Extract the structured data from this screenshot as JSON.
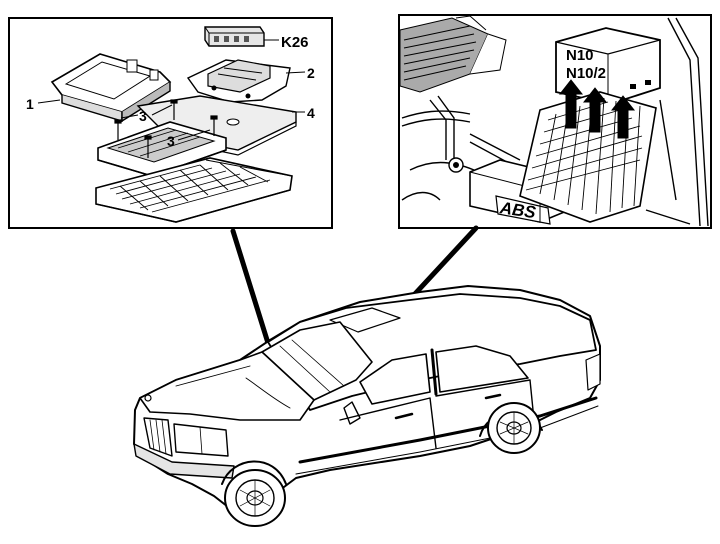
{
  "callouts": {
    "k26": "K26",
    "n1": "1",
    "n2": "2",
    "n3a": "3",
    "n3b": "3",
    "n4": "4",
    "n10": "N10",
    "n10_2": "N10/2",
    "abs": "ABS"
  },
  "colors": {
    "ink": "#000000",
    "paper": "#ffffff",
    "shade": "#d9d9d9"
  }
}
